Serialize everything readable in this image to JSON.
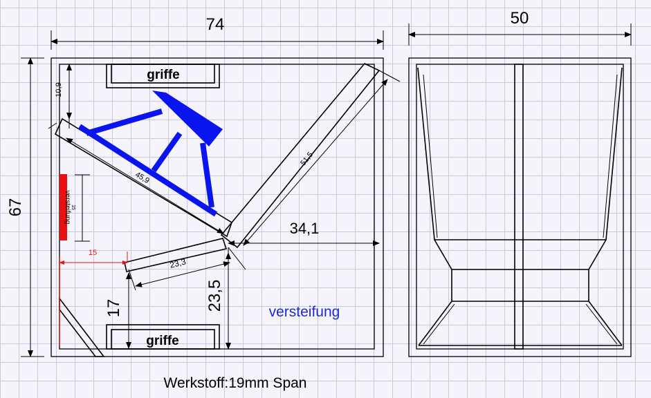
{
  "dimensions": {
    "width_front": "74",
    "width_side": "50",
    "height": "67",
    "top_gap": "10,9",
    "baffle_length": "45,9",
    "long_board": "51,5",
    "short_board": "23,3",
    "inner_width": "34,1",
    "brace_offset": "15",
    "brace_length": "15",
    "board_height": "23,5",
    "handle_height": "17"
  },
  "labels": {
    "handle_top": "griffe",
    "handle_bottom": "griffe",
    "brace_vertical": "versteifung",
    "brace_note": "versteifung",
    "material": "Werkstoff:19mm Span"
  },
  "colors": {
    "driver": "#0a14ee",
    "brace": "#e81010",
    "note": "#1e2ad0",
    "line": "#000000"
  }
}
